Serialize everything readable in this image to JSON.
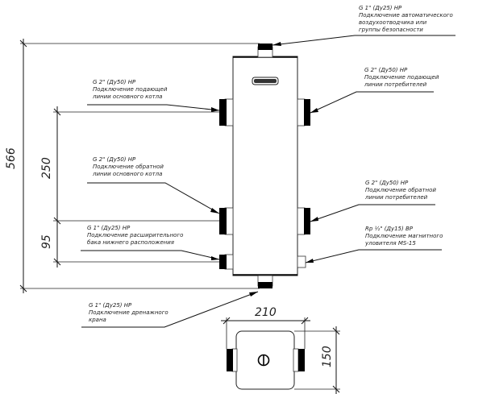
{
  "drawing": {
    "title": "Hydraulic separator connection diagram",
    "callouts": {
      "top_air_vent": {
        "spec": "G 1\" (Ду25) НР",
        "line1": "Подключение автоматического",
        "line2": "воздухоотводчика или",
        "line3": "группы безопасности"
      },
      "consumer_supply": {
        "spec": "G 2\" (Ду50) НР",
        "line1": "Подключение подающей",
        "line2": "линии потребителей"
      },
      "boiler_supply": {
        "spec": "G 2\" (Ду50) НР",
        "line1": "Подключение подающей",
        "line2": "линии основного котла"
      },
      "boiler_return": {
        "spec": "G 2\" (Ду50) НР",
        "line1": "Подключение обратной",
        "line2": "линии основного котла"
      },
      "consumer_return": {
        "spec": "G 2\" (Ду50) НР",
        "line1": "Подключение обратной",
        "line2": "линии потребителей"
      },
      "expansion_tank": {
        "spec": "G 1\" (Ду25) НР",
        "line1": "Подключение расширительного",
        "line2": "бака нижнего расположения"
      },
      "magnetic_filter": {
        "spec": "Rp ½\" (Ду15) ВР",
        "line1": "Подключение магнитного",
        "line2": "уловителя MS-15"
      },
      "drain_valve": {
        "spec": "G 1\" (Ду25) НР",
        "line1": "Подключение дренажного",
        "line2": "крана"
      }
    },
    "dimensions": {
      "overall_height": "566",
      "supply_to_return": "250",
      "return_to_bottom": "95",
      "width": "210",
      "depth": "150"
    }
  }
}
